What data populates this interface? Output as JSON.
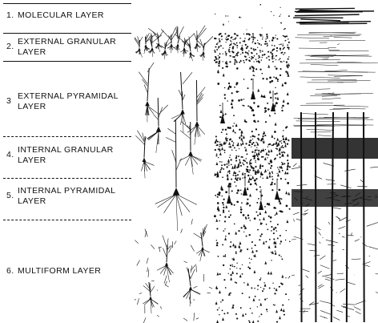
{
  "layers": [
    {
      "num": "1.",
      "line1": "MOLECULAR LAYER",
      "line2": ""
    },
    {
      "num": "2.",
      "line1": "EXTERNAL GRANULAR",
      "line2": "LAYER"
    },
    {
      "num": "3",
      "line1": "EXTERNAL PYRAMIDAL",
      "line2": "LAYER"
    },
    {
      "num": "4.",
      "line1": "INTERNAL GRANULAR",
      "line2": "LAYER"
    },
    {
      "num": "5.",
      "line1": "INTERNAL PYRAMIDAL",
      "line2": "LAYER"
    },
    {
      "num": "6.",
      "line1": "MULTIFORM LAYER",
      "line2": ""
    }
  ],
  "colors": {
    "ink": "#111111",
    "paper": "#ffffff"
  }
}
